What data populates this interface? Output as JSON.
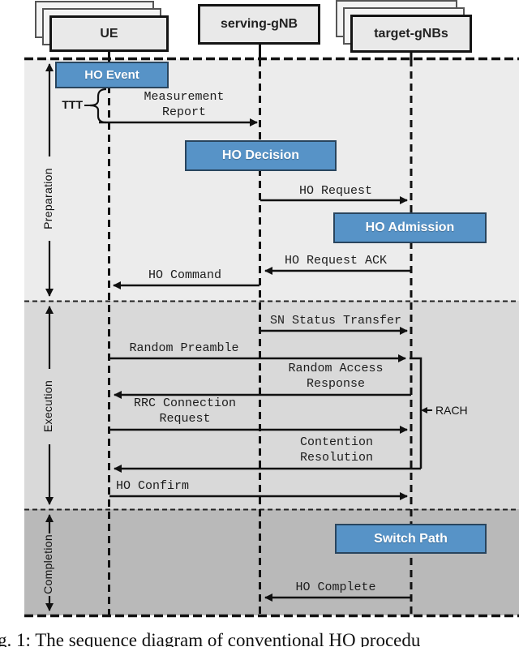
{
  "palette": {
    "action_fill": "#5793c7",
    "action_border": "#29455e",
    "node_fill": "#e9e9e9",
    "node_border": "#141414",
    "band_preparation": "#ececec",
    "band_execution": "#d9d9d9",
    "band_completion": "#b9b9b9",
    "line_color": "#111111"
  },
  "nodes": {
    "ue": {
      "label": "UE"
    },
    "serving_gnb": {
      "label": "serving-gNB"
    },
    "target_gnbs": {
      "label": "target-gNBs"
    }
  },
  "phases": {
    "preparation": {
      "label": "Preparation"
    },
    "execution": {
      "label": "Execution"
    },
    "completion": {
      "label": "Completion"
    }
  },
  "actions": {
    "ho_event": {
      "label": "HO Event",
      "lifeline": "UE"
    },
    "ho_decision": {
      "label": "HO Decision",
      "lifeline": "serving-gNB"
    },
    "ho_admission": {
      "label": "HO Admission",
      "lifeline": "target-gNBs"
    },
    "switch_path": {
      "label": "Switch Path",
      "lifeline": "target-gNBs"
    }
  },
  "annotations": {
    "ttt": {
      "label": "TTT"
    },
    "rach": {
      "label": "RACH"
    }
  },
  "messages": {
    "measurement_report": {
      "label": "Measurement\nReport",
      "from": "UE",
      "to": "serving-gNB"
    },
    "ho_request": {
      "label": "HO Request",
      "from": "serving-gNB",
      "to": "target-gNBs"
    },
    "ho_request_ack": {
      "label": "HO Request ACK",
      "from": "target-gNBs",
      "to": "serving-gNB"
    },
    "ho_command": {
      "label": "HO Command",
      "from": "serving-gNB",
      "to": "UE"
    },
    "sn_status_transfer": {
      "label": "SN Status Transfer",
      "from": "serving-gNB",
      "to": "target-gNBs"
    },
    "random_preamble": {
      "label": "Random Preamble",
      "from": "UE",
      "to": "target-gNBs"
    },
    "random_access_response": {
      "label": "Random Access\nResponse",
      "from": "target-gNBs",
      "to": "UE"
    },
    "rrc_connection_request": {
      "label": "RRC Connection\nRequest",
      "from": "UE",
      "to": "target-gNBs"
    },
    "contention_resolution": {
      "label": "Contention\nResolution",
      "from": "target-gNBs",
      "to": "UE"
    },
    "ho_confirm": {
      "label": "HO Confirm",
      "from": "UE",
      "to": "target-gNBs"
    },
    "ho_complete": {
      "label": "HO Complete",
      "from": "target-gNBs",
      "to": "serving-gNB"
    }
  },
  "caption": "g. 1: The sequence diagram of conventional HO procedu"
}
